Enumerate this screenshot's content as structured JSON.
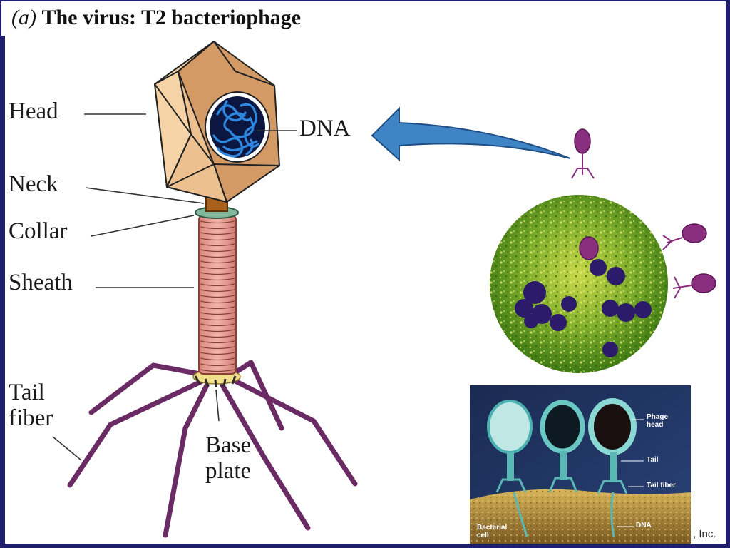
{
  "title": {
    "panel": "(a)",
    "text": "The virus: T2 bacteriophage"
  },
  "labels": {
    "head": "Head",
    "dna": "DNA",
    "neck": "Neck",
    "collar": "Collar",
    "sheath": "Sheath",
    "tail_fiber": "Tail\nfiber",
    "base_plate": "Base\nplate"
  },
  "micrograph": {
    "labels": {
      "phage_head": "Phage\nhead",
      "tail": "Tail",
      "tail_fiber": "Tail fiber",
      "dna": "DNA",
      "bacterial_cell": "Bacterial\ncell"
    }
  },
  "credit": ", Inc.",
  "colors": {
    "head_light": "#f5d3a6",
    "head_dark": "#d49a66",
    "dna_blue": "#2a6fc4",
    "sheath": "#e59a8f",
    "collar": "#7fb89a",
    "tail_fiber": "#6a2a63",
    "arrow": "#3f84c4",
    "bacterium_green": "#5c9a1e",
    "micrograph_bg": "#1f3159",
    "slide_border": "#1f1f6b"
  }
}
